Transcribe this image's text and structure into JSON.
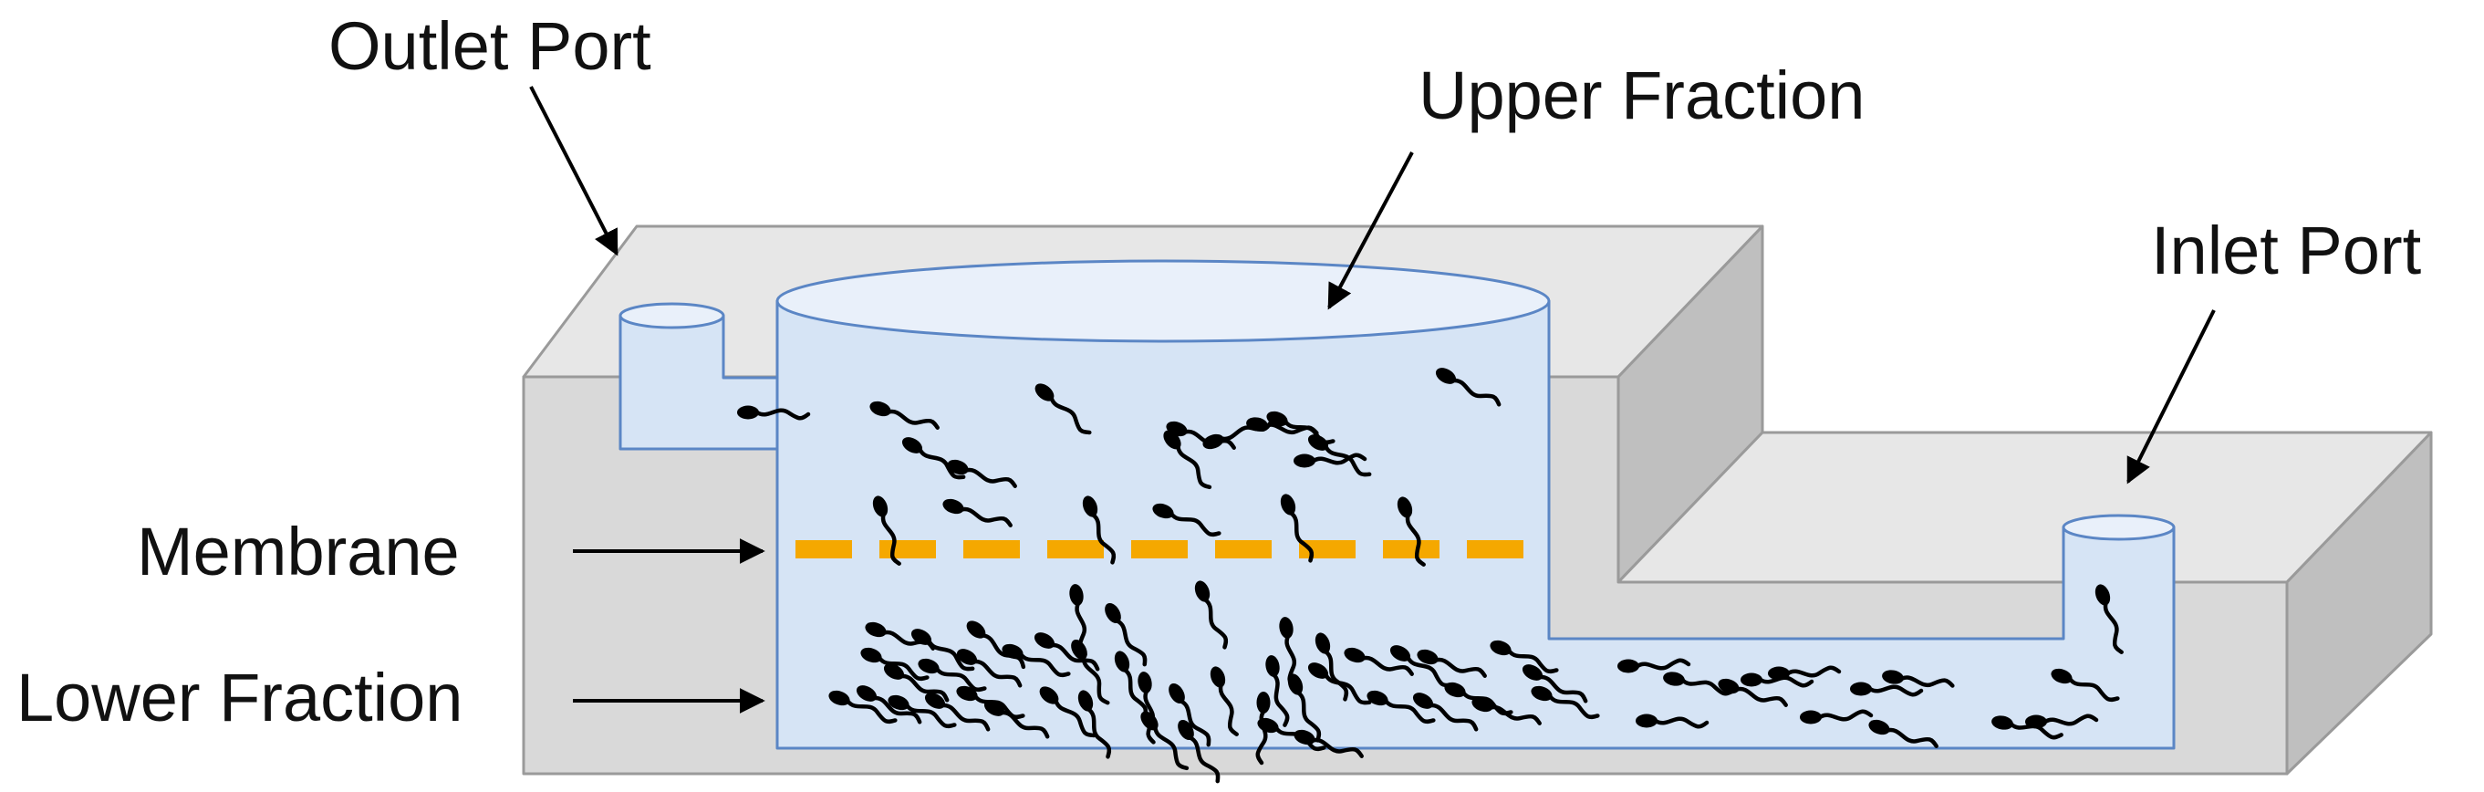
{
  "labels": {
    "outlet_port": "Outlet Port",
    "upper_fraction": "Upper Fraction",
    "inlet_port": "Inlet Port",
    "membrane": "Membrane",
    "lower_fraction": "Lower Fraction"
  },
  "colors": {
    "housing_top": "#e7e7e7",
    "housing_front": "#d9d9d9",
    "housing_side": "#bfbfbf",
    "liquid": "#d6e4f5",
    "liquid_outline": "#5b86c5",
    "membrane": "#f5a800",
    "sperm": "#000000"
  }
}
